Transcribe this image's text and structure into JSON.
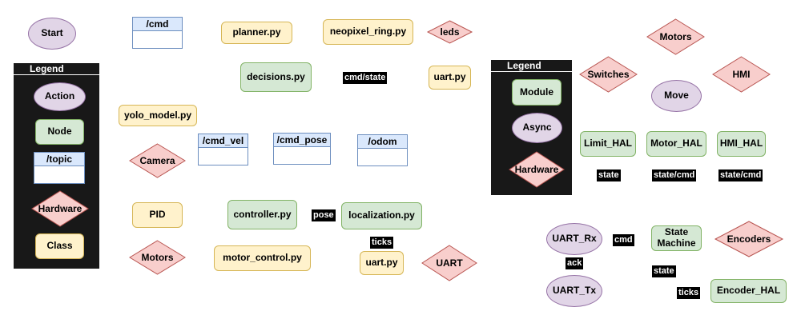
{
  "start": "Start",
  "legend_left": {
    "title": "Legend",
    "action": "Action",
    "node": "Node",
    "topic": "/topic",
    "hardware": "Hardware",
    "class": "Class"
  },
  "legend_right": {
    "title": "Legend",
    "module": "Module",
    "async": "Async",
    "hardware": "Hardware"
  },
  "topics": {
    "cmd": "/cmd",
    "cmd_vel": "/cmd_vel",
    "cmd_pose": "/cmd_pose",
    "odom": "/odom"
  },
  "classes": {
    "planner": "planner.py",
    "neopixel": "neopixel_ring.py",
    "uart_top": "uart.py",
    "yolo": "yolo_model.py",
    "pid": "PID",
    "motor_control": "motor_control.py",
    "uart_bottom": "uart.py"
  },
  "nodes": {
    "decisions": "decisions.py",
    "controller": "controller.py",
    "localization": "localization.py"
  },
  "hardware": {
    "leds": "leds",
    "camera": "Camera",
    "motors_left": "Motors",
    "uart": "UART",
    "switches": "Switches",
    "motors_right": "Motors",
    "hmi": "HMI",
    "encoders": "Encoders"
  },
  "modules": {
    "limit_hal": "Limit_HAL",
    "motor_hal": "Motor_HAL",
    "hmi_hal": "HMI_HAL",
    "state_machine": "State Machine",
    "encoder_hal": "Encoder_HAL"
  },
  "async": {
    "move": "Move",
    "uart_rx": "UART_Rx",
    "uart_tx": "UART_Tx"
  },
  "labels": {
    "cmd_state": "cmd/state",
    "pose": "pose",
    "ticks_left": "ticks",
    "state_limit": "state",
    "state_cmd_motor": "state/cmd",
    "state_cmd_hmi": "state/cmd",
    "cmd": "cmd",
    "ack": "ack",
    "state_sm": "state",
    "ticks_right": "ticks"
  },
  "colors": {
    "action_fill": "#e1d5e7",
    "node_fill": "#d5e8d4",
    "topic_fill": "#dae8fc",
    "hardware_fill": "#f8cecc",
    "class_fill": "#fff2cc",
    "legend_bg": "#181818"
  }
}
